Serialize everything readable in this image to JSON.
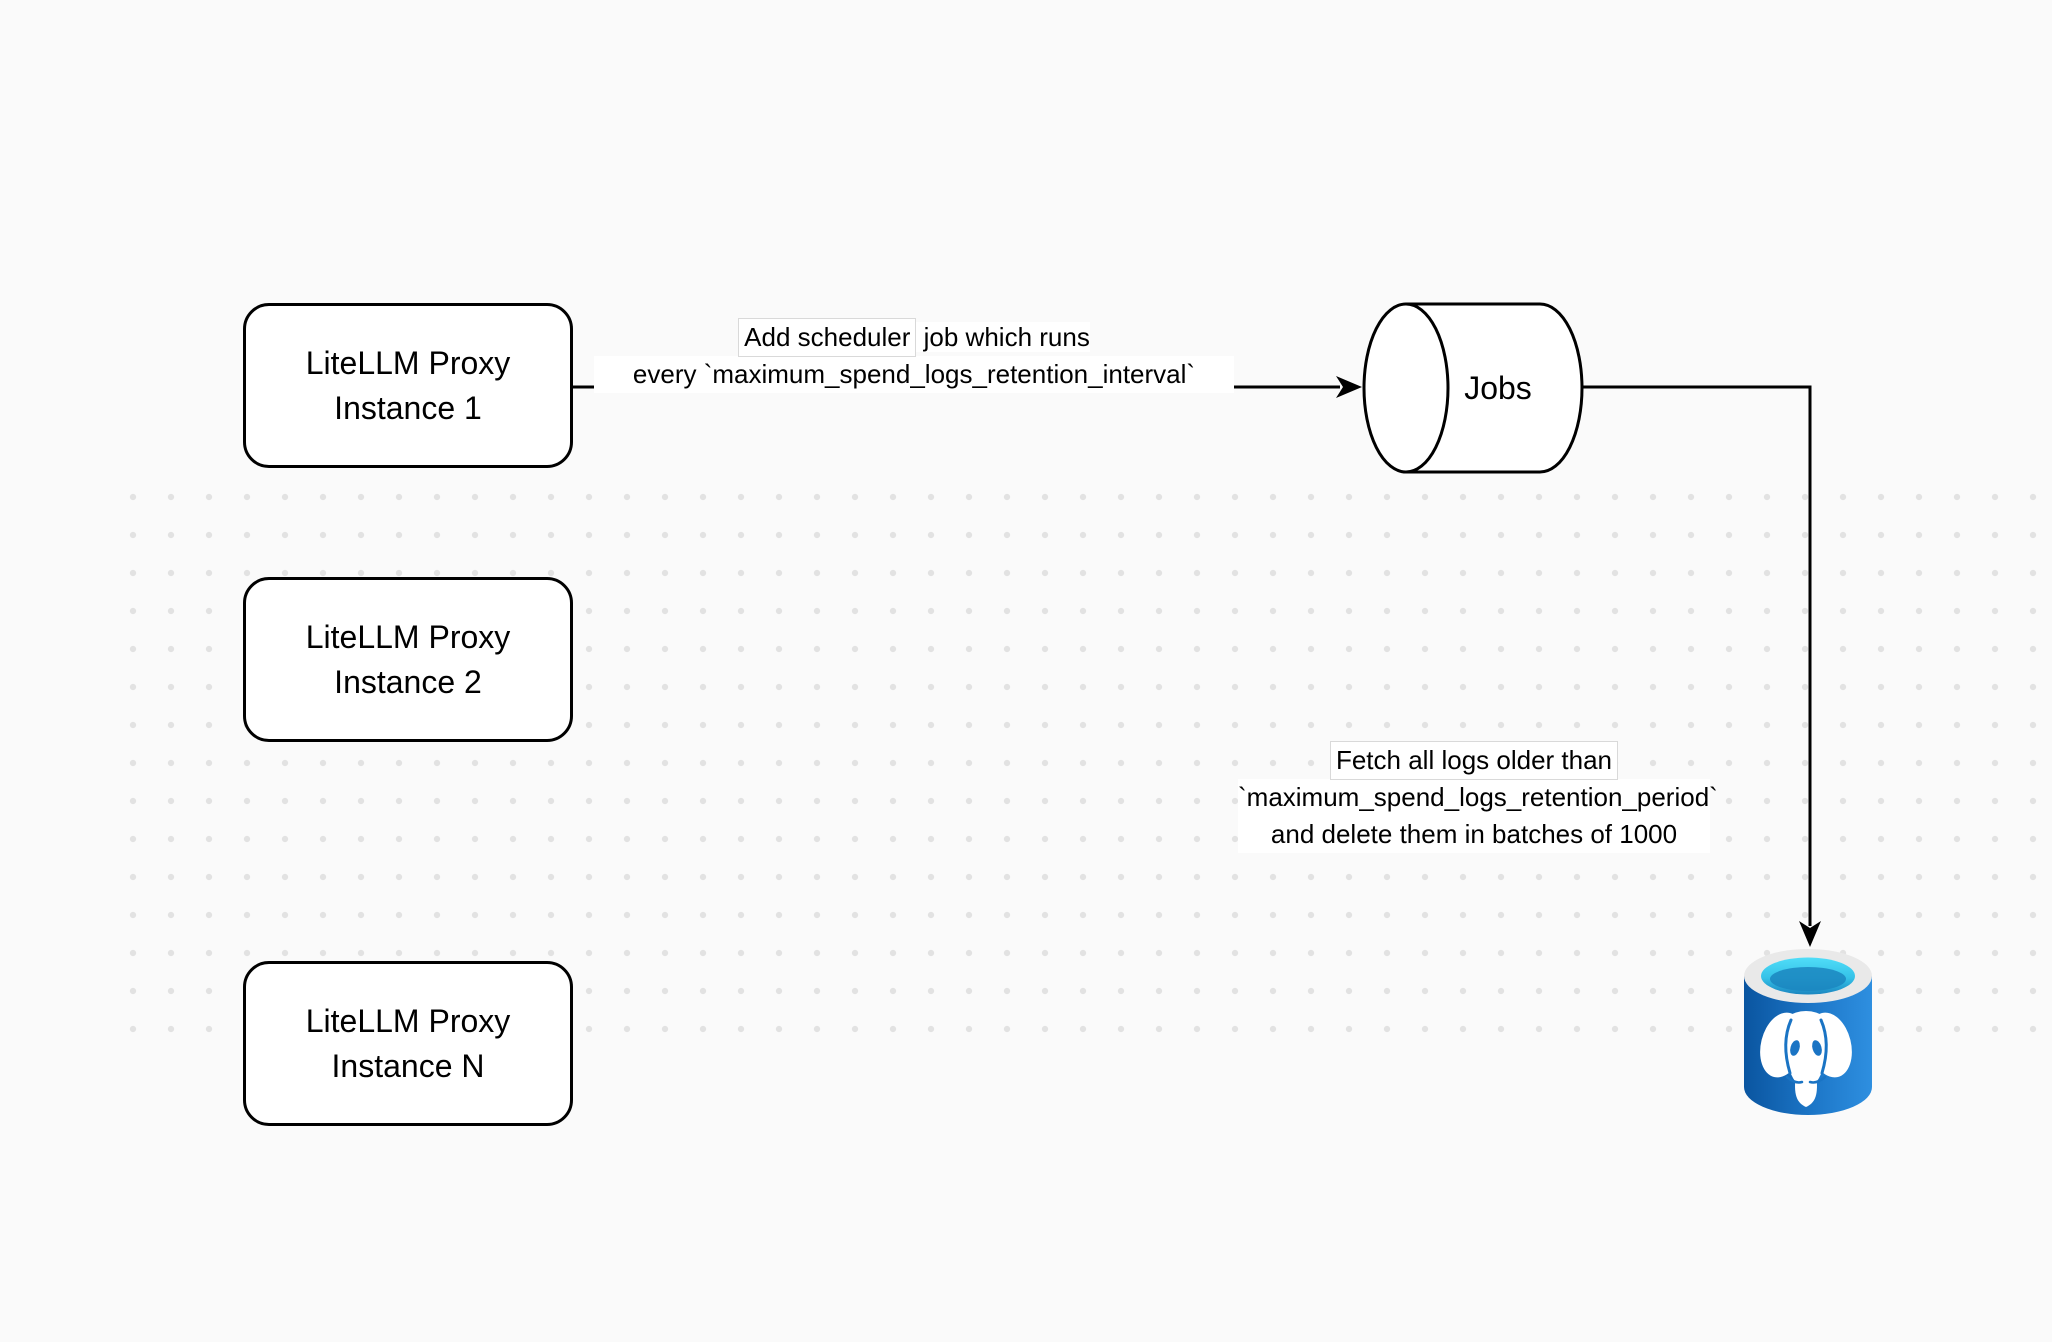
{
  "diagram": {
    "title": "LiteLLM spend logs cleanup scheduler diagram",
    "background_color": "#fafafa",
    "grid_dot_color": "#e2e2e2",
    "stroke_color": "#000000",
    "nodes": {
      "proxy_instances": [
        {
          "id": "proxy-instance-1",
          "label": "LiteLLM Proxy\nInstance 1"
        },
        {
          "id": "proxy-instance-2",
          "label": "LiteLLM Proxy\nInstance 2"
        },
        {
          "id": "proxy-instance-n",
          "label": "LiteLLM Proxy\nInstance N"
        }
      ],
      "jobs": {
        "id": "jobs",
        "label": "Jobs",
        "shape": "horizontal-cylinder"
      },
      "postgres": {
        "id": "postgres-database",
        "shape": "postgresql-database-icon",
        "colors": {
          "body_left": "#0a55a0",
          "body_mid": "#1d77c8",
          "body_right": "#2e8fe0",
          "ring": "#e9e9e9",
          "liquid_top": "#50ddf8",
          "liquid_deep": "#1b86c0",
          "elephant": "#ffffff"
        }
      }
    },
    "edges": [
      {
        "from": "proxy-instance-1",
        "to": "jobs",
        "label_line1_boxed": "Add scheduler",
        "label_line1_rest": " job which runs",
        "label_line2": "every `maximum_spend_logs_retention_interval`"
      },
      {
        "from": "jobs",
        "to": "postgres-database",
        "label_line1": "Fetch all logs older than",
        "label_line2": "`maximum_spend_logs_retention_period`",
        "label_line3": "and delete them in batches of 1000"
      }
    ]
  }
}
